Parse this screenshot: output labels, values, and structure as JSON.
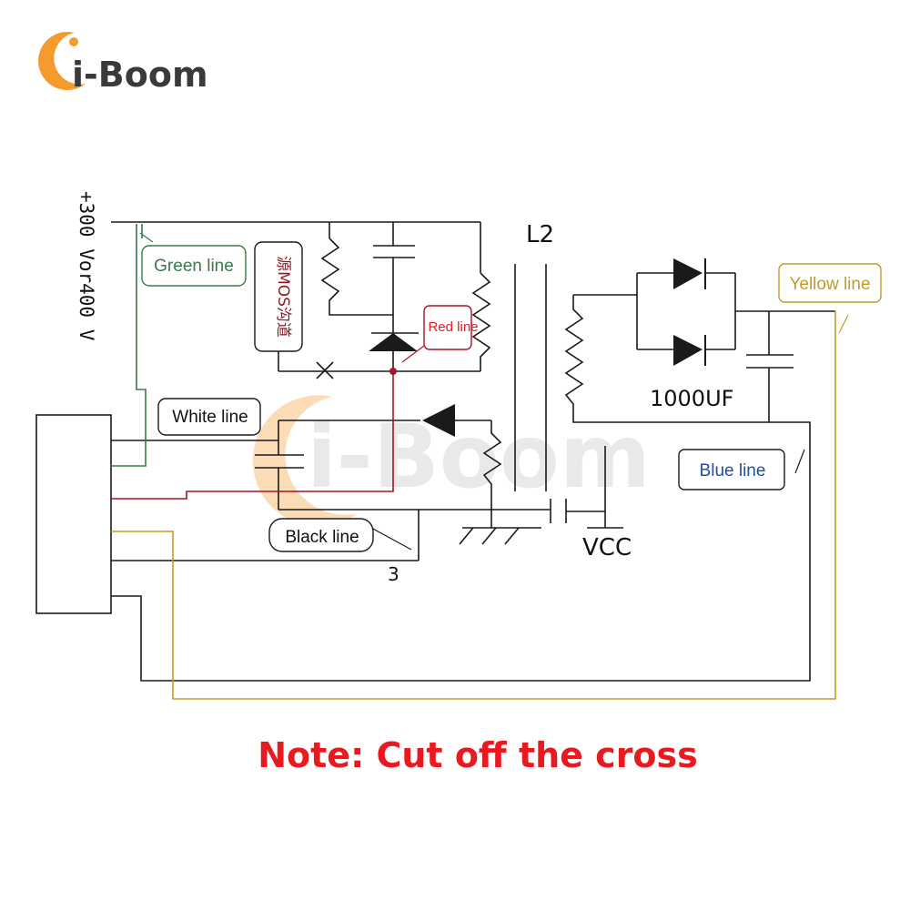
{
  "brand": {
    "logo_text": "i-Boom",
    "watermark_text": "i-Boom",
    "accent_color": "#f39c2d",
    "text_color": "#3a3a3a"
  },
  "diagram": {
    "supply_label": "+300 Vor400 V",
    "transformer_label": "L2",
    "capacitor_label": "1000UF",
    "vcc_label": "VCC",
    "pin_label": "3",
    "mos_label": "源MOS沟道",
    "wire_labels": {
      "green": "Green line",
      "red": "Red line",
      "white": "White line",
      "black": "Black line",
      "yellow": "Yellow line",
      "blue": "Blue line"
    },
    "wire_colors": {
      "green": "#3a7a4a",
      "red": "#a3152a",
      "yellow": "#c39a2e",
      "blue": "#1f4f9e",
      "black": "#111111"
    }
  },
  "note": {
    "text": "Note: Cut off the cross",
    "color": "#e8191f"
  }
}
